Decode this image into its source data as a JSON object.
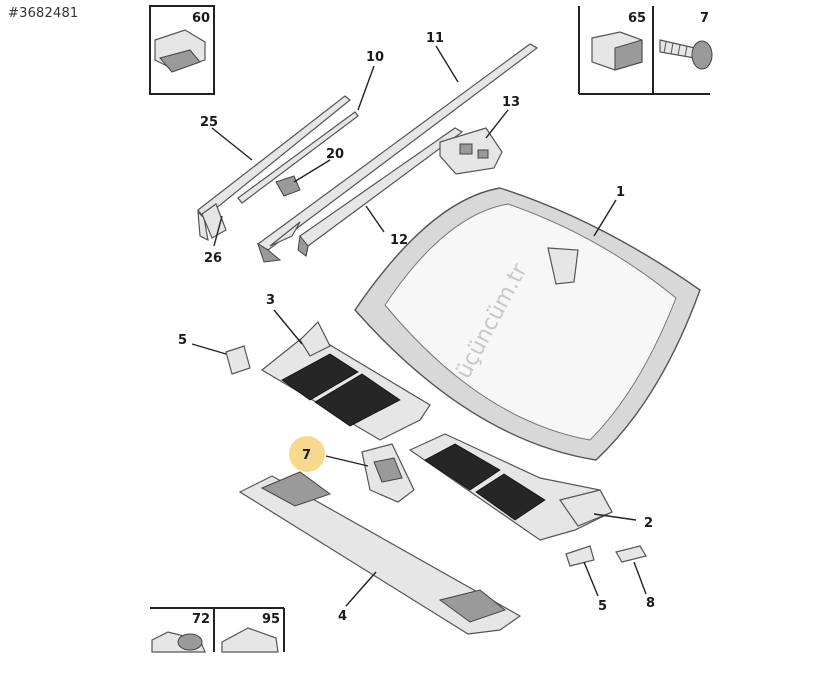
{
  "reference": "#3682481",
  "watermark": "üçüncüm.tr",
  "callouts": {
    "c1": "1",
    "c2": "2",
    "c3": "3",
    "c4": "4",
    "c5a": "5",
    "c5b": "5",
    "c7": "7",
    "c8": "8",
    "c10": "10",
    "c11": "11",
    "c12": "12",
    "c13": "13",
    "c20": "20",
    "c25": "25",
    "c26": "26"
  },
  "insets": {
    "i60": "60",
    "i65": "65",
    "i7": "7",
    "i72": "72",
    "i95": "95"
  },
  "colors": {
    "highlight": "#f5d27a",
    "glass": "#f7f7f7",
    "part": "#e6e6e6",
    "vent": "#262626"
  }
}
